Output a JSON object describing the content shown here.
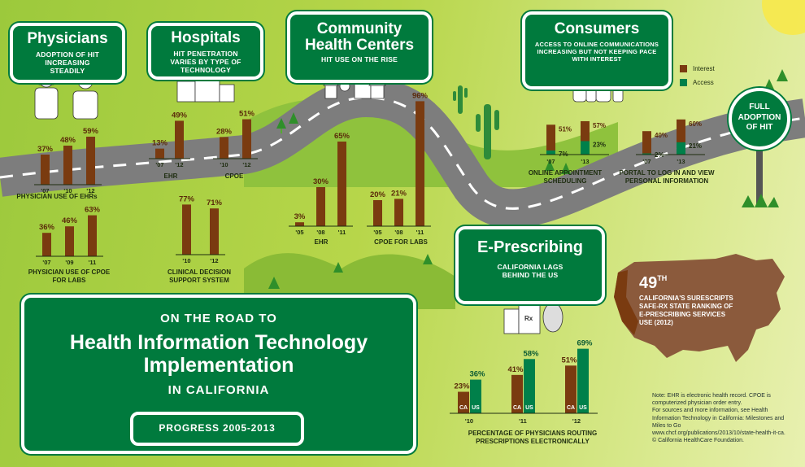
{
  "colors": {
    "interest": "#7a3b10",
    "access": "#00804a",
    "bar_brown": "#7a3b10",
    "bar_green": "#00804a",
    "sign_green": "#007a3d"
  },
  "signs": {
    "physicians": {
      "title": "Physicians",
      "subtitle": "ADOPTION OF HIT INCREASING STEADILY"
    },
    "hospitals": {
      "title": "Hospitals",
      "subtitle": "HIT PENETRATION VARIES BY TYPE OF TECHNOLOGY"
    },
    "chc": {
      "title_line1": "Community",
      "title_line2": "Health Centers",
      "subtitle": "HIT USE ON THE RISE"
    },
    "consumers": {
      "title": "Consumers",
      "subtitle": "ACCESS TO ONLINE COMMUNICATIONS INCREASING BUT NOT KEEPING PACE WITH INTEREST"
    },
    "eprescribing": {
      "title": "E-Prescribing",
      "subtitle": "CALIFORNIA LAGS BEHIND THE US"
    },
    "full_adoption": {
      "line1": "FULL",
      "line2": "ADOPTION",
      "line3": "OF HIT"
    },
    "main": {
      "line1": "ON THE ROAD TO",
      "line2": "Health Information Technology",
      "line3": "Implementation",
      "line4": "IN CALIFORNIA",
      "progress": "PROGRESS 2005-2013"
    }
  },
  "legend": {
    "interest": "Interest",
    "access": "Access"
  },
  "ranking": {
    "number": "49",
    "suffix": "TH",
    "text": "CALIFORNIA'S SURESCRIPTS SAFE-RX STATE RANKING OF E-PRESCRIBING SERVICES USE (2012)"
  },
  "notes": [
    "Note: EHR is electronic health record. CPOE is computerized physician order entry.",
    "For sources and more information, see Health Information Technology in California: Milestones and Miles to Go",
    "www.chcf.org/publications/2013/10/state-health-it-ca.",
    "© California HealthCare Foundation."
  ],
  "chart_data": [
    {
      "id": "phys_ehr",
      "type": "bar",
      "title": "PHYSICIAN USE OF EHRs",
      "categories": [
        "'07",
        "'10",
        "'12"
      ],
      "values": [
        37,
        48,
        59
      ],
      "value_labels": [
        "37%",
        "48%",
        "59%"
      ]
    },
    {
      "id": "phys_cpoe",
      "type": "bar",
      "title": "PHYSICIAN USE OF CPOE FOR LABS",
      "categories": [
        "'07",
        "'09",
        "'11"
      ],
      "values": [
        36,
        46,
        63
      ],
      "value_labels": [
        "36%",
        "46%",
        "63%"
      ]
    },
    {
      "id": "hosp_ehr",
      "type": "bar",
      "title": "EHR",
      "categories": [
        "'07",
        "'12"
      ],
      "values": [
        13,
        49
      ],
      "value_labels": [
        "13%",
        "49%"
      ]
    },
    {
      "id": "hosp_cpoe",
      "type": "bar",
      "title": "CPOE",
      "categories": [
        "'10",
        "'12"
      ],
      "values": [
        28,
        51
      ],
      "value_labels": [
        "28%",
        "51%"
      ]
    },
    {
      "id": "hosp_cds",
      "type": "bar",
      "title": "CLINICAL DECISION SUPPORT SYSTEM",
      "categories": [
        "'10",
        "'12"
      ],
      "values": [
        77,
        71
      ],
      "value_labels": [
        "77%",
        "71%"
      ]
    },
    {
      "id": "chc_ehr",
      "type": "bar",
      "title": "EHR",
      "categories": [
        "'05",
        "'08",
        "'11"
      ],
      "values": [
        3,
        30,
        65
      ],
      "value_labels": [
        "3%",
        "30%",
        "65%"
      ]
    },
    {
      "id": "chc_cpoe",
      "type": "bar",
      "title": "CPOE FOR LABS",
      "categories": [
        "'05",
        "'08",
        "'11"
      ],
      "values": [
        20,
        21,
        96
      ],
      "value_labels": [
        "20%",
        "21%",
        "96%"
      ]
    },
    {
      "id": "cons_appt",
      "type": "bar",
      "title": "ONLINE APPOINTMENT SCHEDULING",
      "categories": [
        "'07",
        "'13"
      ],
      "series": [
        {
          "name": "Interest",
          "values": [
            51,
            57
          ],
          "labels": [
            "51%",
            "57%"
          ]
        },
        {
          "name": "Access",
          "values": [
            7,
            23
          ],
          "labels": [
            "7%",
            "23%"
          ]
        }
      ]
    },
    {
      "id": "cons_portal",
      "type": "bar",
      "title": "PORTAL TO LOG IN AND VIEW PERSONAL INFORMATION",
      "categories": [
        "'07",
        "'13"
      ],
      "series": [
        {
          "name": "Interest",
          "values": [
            40,
            60
          ],
          "labels": [
            "40%",
            "60%"
          ]
        },
        {
          "name": "Access",
          "values": [
            2,
            21
          ],
          "labels": [
            "2%",
            "21%"
          ]
        }
      ]
    },
    {
      "id": "erx",
      "type": "bar",
      "title": "PERCENTAGE OF PHYSICIANS ROUTING PRESCRIPTIONS ELECTRONICALLY",
      "categories": [
        "'10",
        "'11",
        "'12"
      ],
      "series": [
        {
          "name": "CA",
          "values": [
            23,
            41,
            51
          ],
          "labels": [
            "23%",
            "41%",
            "51%"
          ]
        },
        {
          "name": "US",
          "values": [
            36,
            58,
            69
          ],
          "labels": [
            "36%",
            "58%",
            "69%"
          ]
        }
      ]
    }
  ]
}
